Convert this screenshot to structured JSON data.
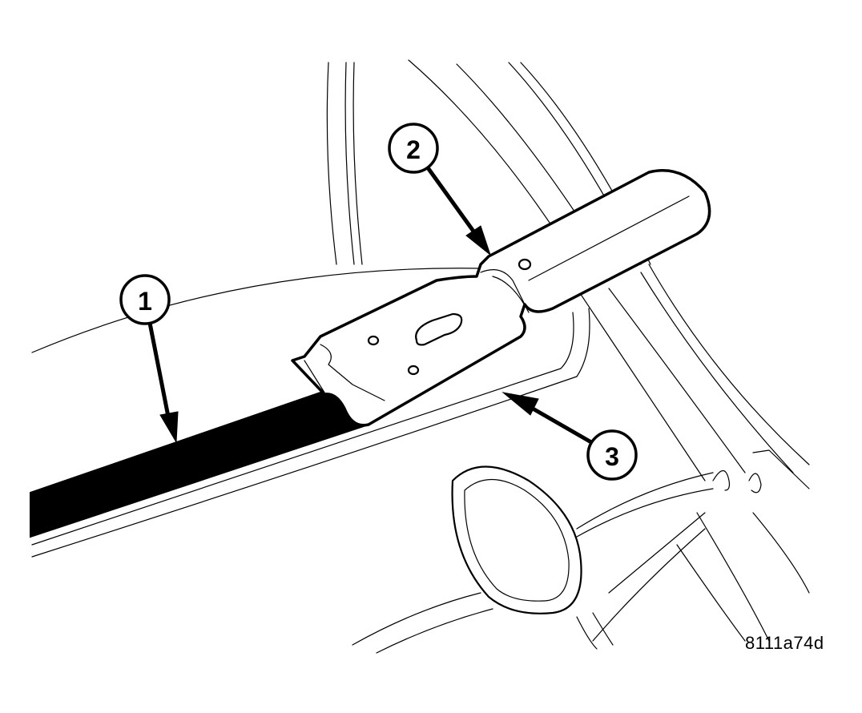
{
  "callouts": [
    {
      "label": "1"
    },
    {
      "label": "2"
    },
    {
      "label": "3"
    }
  ],
  "figure_id": "8111a74d"
}
